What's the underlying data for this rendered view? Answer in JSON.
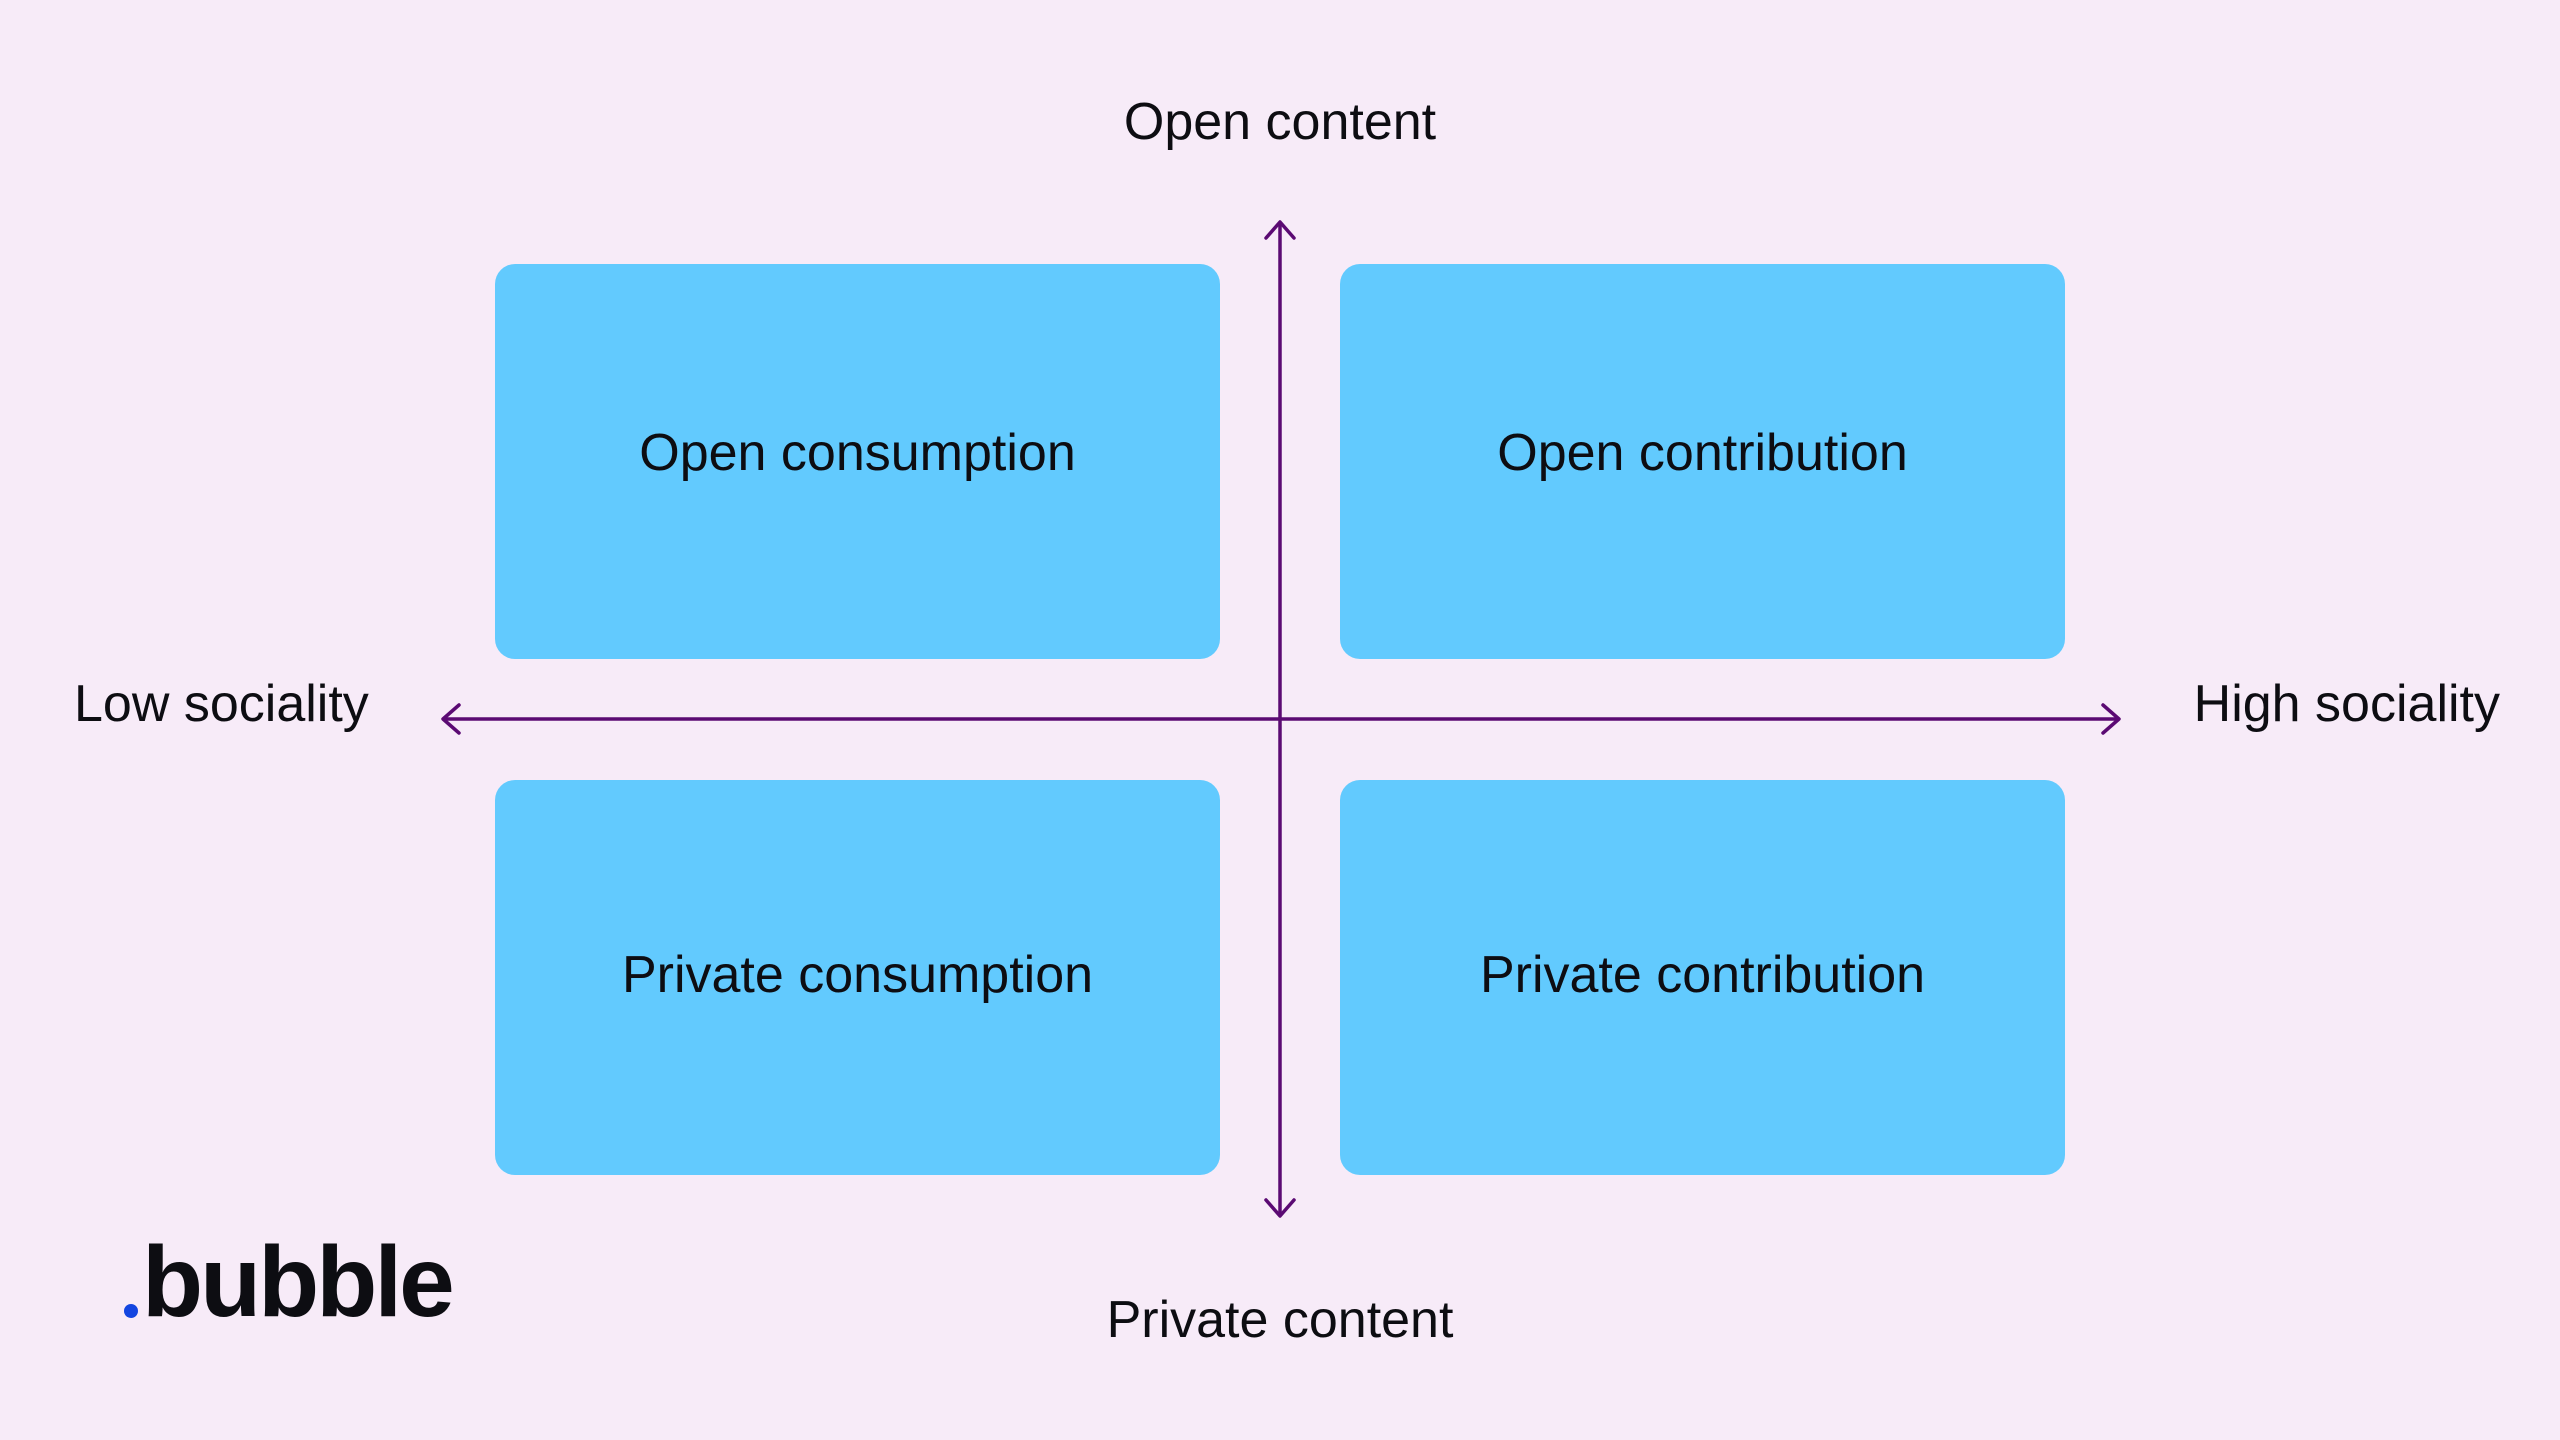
{
  "colors": {
    "background": "#f7ebf8",
    "quadrant_fill": "#62cafe",
    "axis": "#5b0a73",
    "text": "#0d0d12",
    "logo_dot": "#1345e0"
  },
  "axes": {
    "top_label": "Open content",
    "bottom_label": "Private content",
    "left_label": "Low sociality",
    "right_label": "High sociality"
  },
  "quadrants": {
    "top_left": "Open consumption",
    "top_right": "Open contribution",
    "bottom_left": "Private consumption",
    "bottom_right": "Private contribution"
  },
  "logo": {
    "text": "bubble",
    "icon": "dot-icon"
  }
}
